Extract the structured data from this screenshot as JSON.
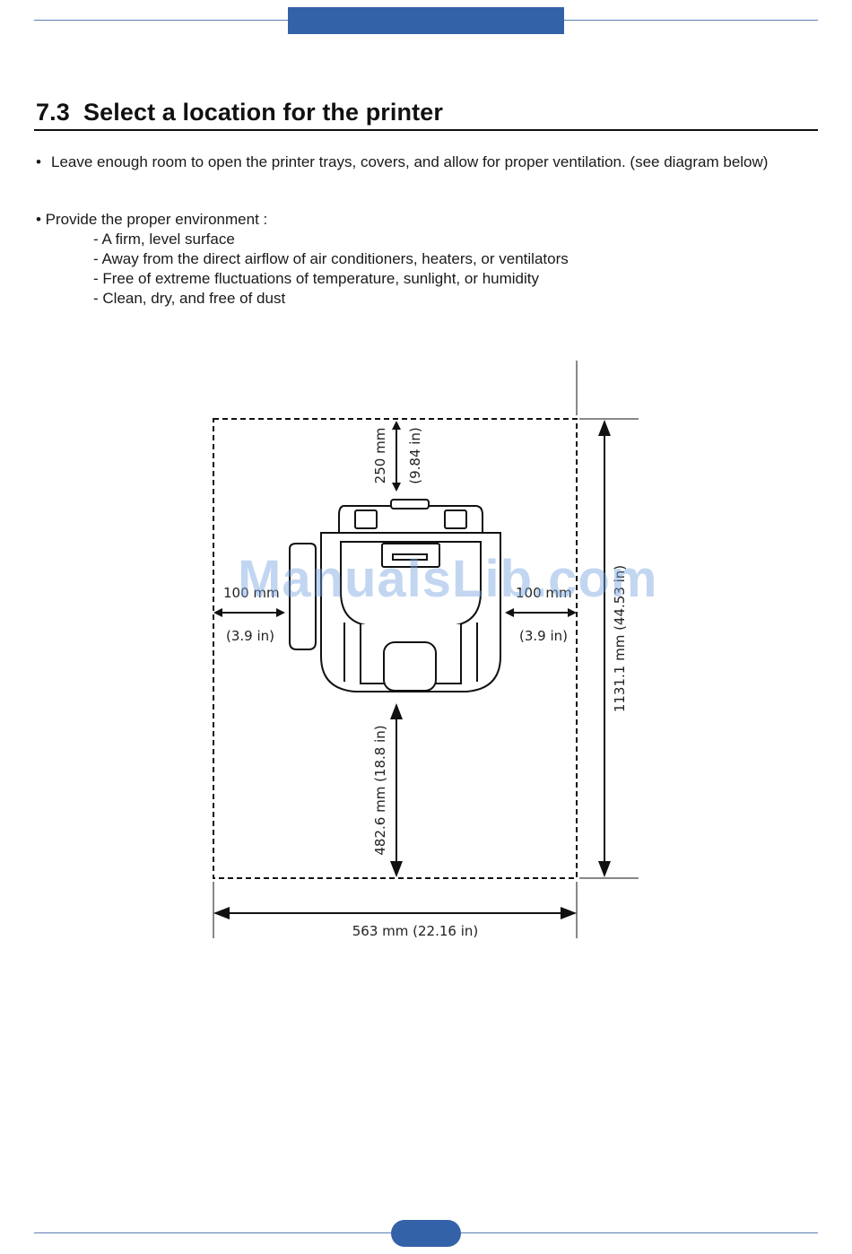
{
  "section": {
    "number": "7.3",
    "title": "Select a location for the printer"
  },
  "bullet1": {
    "dot": "•",
    "text": "Leave enough room to open the printer trays, covers, and allow for proper ventilation. (see diagram below)"
  },
  "bullet2": {
    "text": "• Provide the proper environment :"
  },
  "env_items": [
    "- A firm, level surface",
    "- Away from the direct airflow of air conditioners, heaters, or ventilators",
    "- Free of extreme fluctuations of temperature, sunlight, or humidity",
    "- Clean, dry, and free of dust"
  ],
  "diagram": {
    "top_mm": "250 mm",
    "top_in": "(9.84 in)",
    "left_mm": "100 mm",
    "left_in": "(3.9 in)",
    "right_mm": "100 mm",
    "right_in": "(3.9 in)",
    "front": "482.6 mm (18.8 in)",
    "depth": "1131.1 mm (44.53 in)",
    "width": "563 mm (22.16 in)"
  },
  "watermark": "ManualsLib.com",
  "colors": {
    "accent": "#3462a8",
    "rule": "#5b7fb4"
  }
}
